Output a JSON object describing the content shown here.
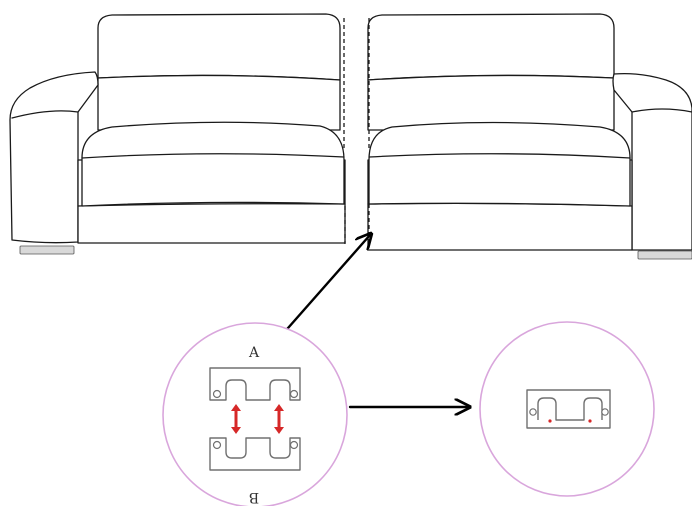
{
  "detail_left": {
    "label_top": "A",
    "label_bottom": "B"
  },
  "colors": {
    "line": "#1a1a1a",
    "circle_outline": "#d9a6dc",
    "bracket": "#707070",
    "alignment_arrow": "#d62828",
    "pointer_arrow": "#000000"
  },
  "icons": [
    "connector-bracket-a",
    "connector-bracket-b",
    "red-alignment-arrow",
    "joined-bracket"
  ]
}
